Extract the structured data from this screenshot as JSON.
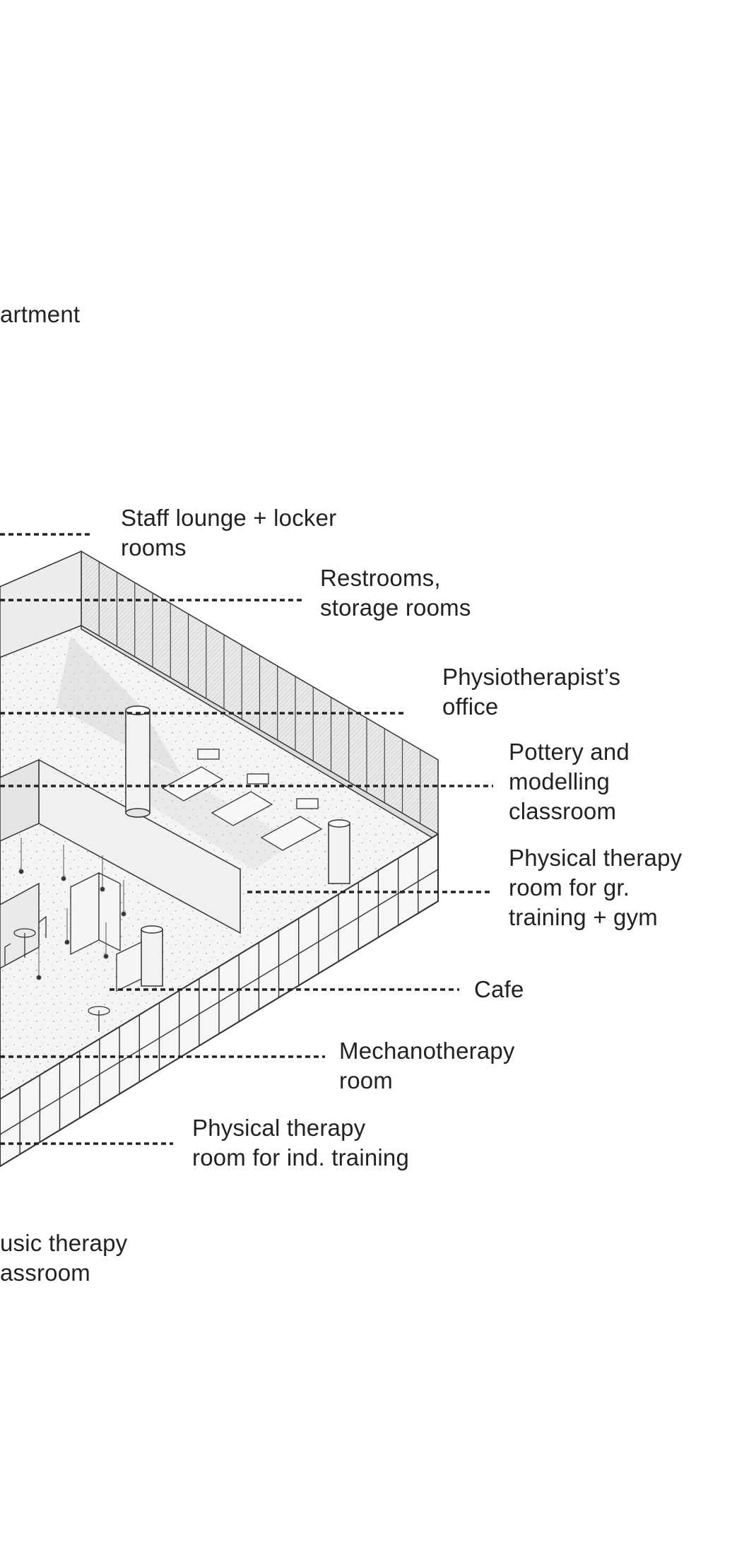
{
  "diagram": {
    "labels": [
      {
        "id": "apartment",
        "lines": [
          "artment"
        ]
      },
      {
        "id": "staff",
        "lines": [
          "Staff lounge + locker",
          "rooms"
        ]
      },
      {
        "id": "restrooms",
        "lines": [
          "Restrooms,",
          "storage rooms"
        ]
      },
      {
        "id": "physio-office",
        "lines": [
          "Physiotherapist’s",
          "office"
        ]
      },
      {
        "id": "pottery",
        "lines": [
          "Pottery and",
          "modelling",
          "classroom"
        ]
      },
      {
        "id": "pt-group",
        "lines": [
          "Physical therapy",
          "room for gr.",
          "training + gym"
        ]
      },
      {
        "id": "cafe",
        "lines": [
          "Cafe"
        ]
      },
      {
        "id": "mechano",
        "lines": [
          "Mechanotherapy",
          "room"
        ]
      },
      {
        "id": "pt-ind",
        "lines": [
          "Physical therapy",
          "room for ind. training"
        ]
      },
      {
        "id": "music",
        "lines": [
          "usic therapy",
          "assroom"
        ]
      }
    ]
  }
}
